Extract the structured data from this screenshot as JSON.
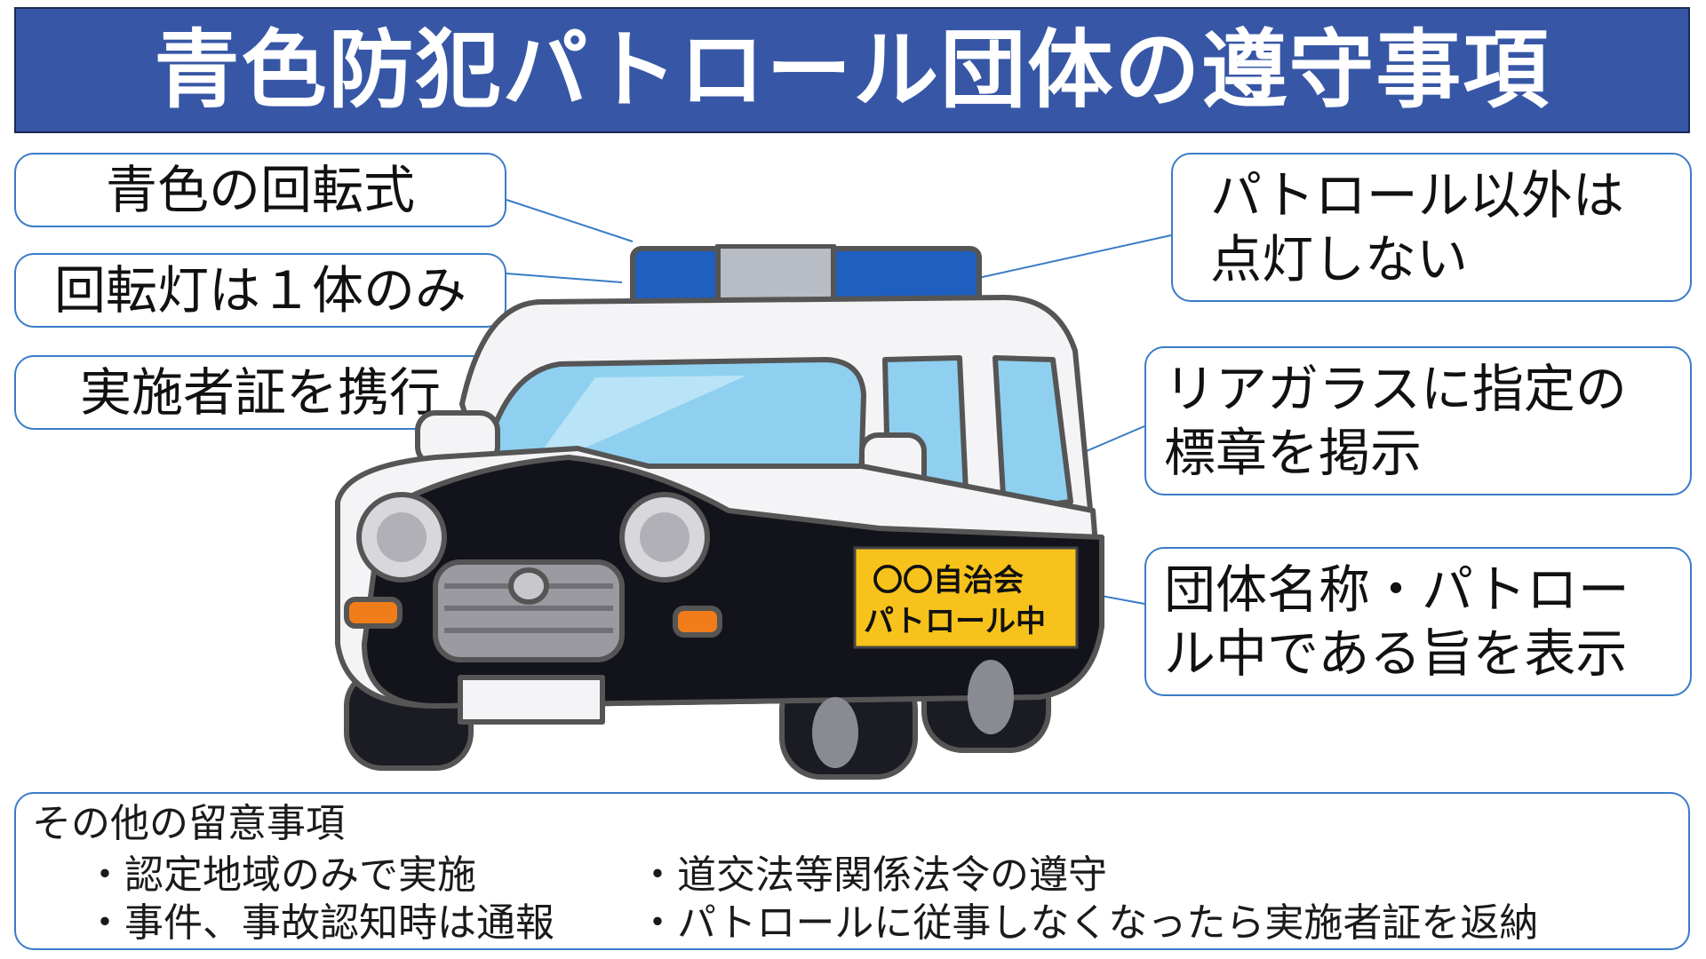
{
  "title": "青色防犯パトロール団体の遵守事項",
  "callouts": {
    "rotating_type": "青色の回転式",
    "one_light_only": "回転灯は１体のみ",
    "carry_certificate": "実施者証を携行",
    "light_only_patrol_line1": "パトロール以外は",
    "light_only_patrol_line2": "点灯しない",
    "rear_glass_line1": "リアガラスに指定の",
    "rear_glass_line2": "標章を掲示",
    "group_name_line1": "団体名称・パトロー",
    "group_name_line2": "ル中である旨を表示"
  },
  "car_sign": {
    "line1": "〇〇自治会",
    "line2": "パトロール中"
  },
  "notes": {
    "heading": "その他の留意事項",
    "items": [
      "・認定地域のみで実施",
      "・事件、事故認知時は通報",
      "・道交法等関係法令の遵守",
      "・パトロールに従事しなくなったら実施者証を返納"
    ]
  },
  "colors": {
    "banner": "#3757a6",
    "callout_border": "#3a7bc8",
    "beacon_blue": "#1f5fbf",
    "window": "#8fd0f0",
    "sign": "#f7c21b"
  }
}
